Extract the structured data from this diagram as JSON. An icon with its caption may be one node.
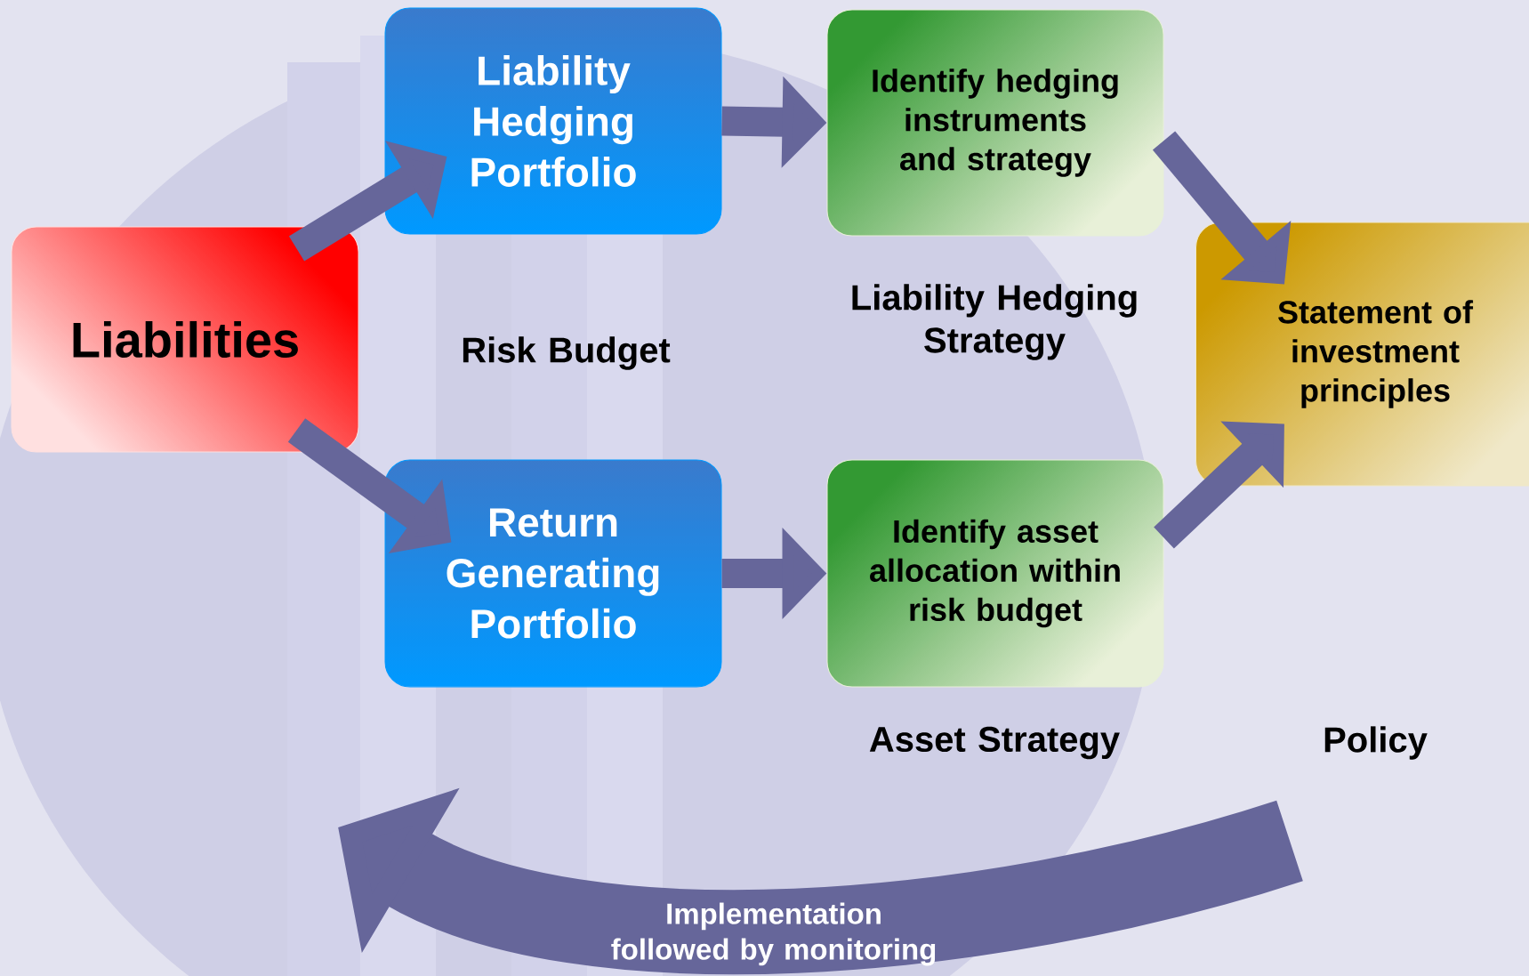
{
  "diagram": {
    "nodes": [
      {
        "text": [
          "Liabilities"
        ]
      },
      {
        "text": [
          "Liability Hedging Portfolio"
        ]
      },
      {
        "text": [
          "Return Generating Portfolio"
        ]
      },
      {
        "text": [
          "Identify hedging instruments and strategy"
        ]
      },
      {
        "text": [
          "Identify asset allocation within risk budget"
        ]
      },
      {
        "text": [
          "Statement of investment principles"
        ]
      }
    ],
    "edges": [
      {
        "from": 0,
        "to": 1,
        "arrow": "to"
      },
      {
        "from": 0,
        "to": 2,
        "arrow": "to"
      },
      {
        "from": 1,
        "to": 3,
        "arrow": "to"
      },
      {
        "from": 2,
        "to": 4,
        "arrow": "to"
      },
      {
        "from": 3,
        "to": 5,
        "arrow": "to"
      },
      {
        "from": 4,
        "to": 5,
        "arrow": "to"
      }
    ],
    "labels": [
      "Risk Budget",
      "Liability Hedging Strategy",
      "Asset Strategy",
      "Policy",
      "Implementation followed by monitoring"
    ]
  }
}
